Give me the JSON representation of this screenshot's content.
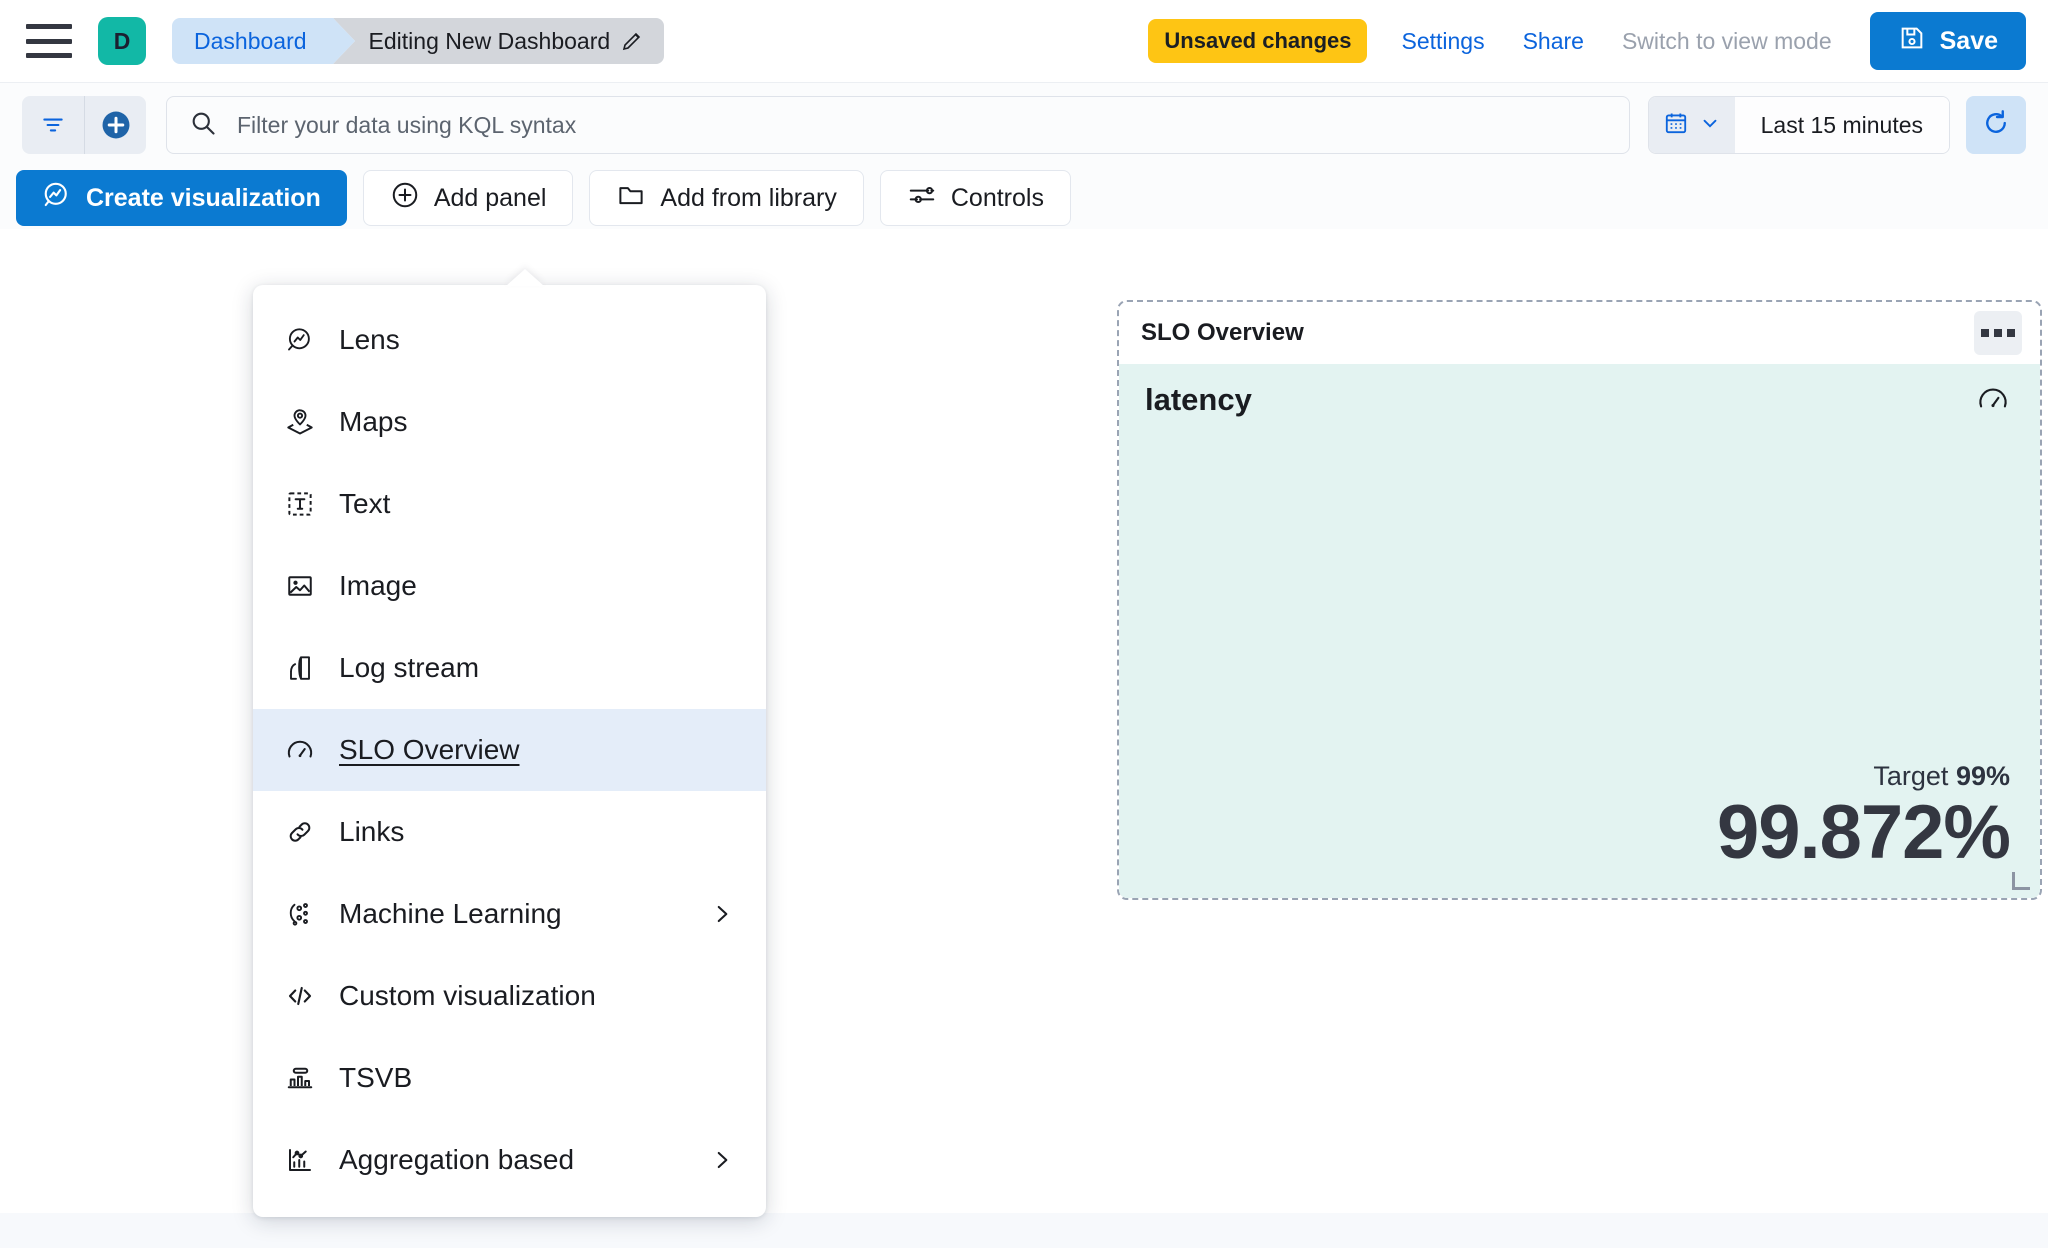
{
  "header": {
    "menu_icon": "hamburger-menu-icon",
    "space_initial": "D",
    "breadcrumbs": [
      {
        "label": "Dashboard",
        "active": false
      },
      {
        "label": "Editing New Dashboard",
        "active": true,
        "icon": "pencil-icon"
      }
    ],
    "unsaved_badge": "Unsaved changes",
    "settings_label": "Settings",
    "share_label": "Share",
    "view_mode_label": "Switch to view mode",
    "save_label": "Save",
    "save_icon": "save-disk-icon"
  },
  "query_bar": {
    "filter_icon": "filter-lines-icon",
    "add_filter_icon": "plus-circle-icon",
    "search_icon": "search-icon",
    "search_value": "",
    "search_placeholder": "Filter your data using KQL syntax",
    "calendar_icon": "calendar-icon",
    "calendar_chevron": "chevron-down-icon",
    "time_range": "Last 15 minutes",
    "refresh_icon": "refresh-icon"
  },
  "toolbar": {
    "create_visualization_label": "Create visualization",
    "create_visualization_icon": "lens-icon",
    "add_panel_label": "Add panel",
    "add_panel_icon": "plus-circle-icon",
    "add_from_library_label": "Add from library",
    "add_from_library_icon": "folder-icon",
    "controls_label": "Controls",
    "controls_icon": "sliders-icon"
  },
  "add_panel_menu": {
    "items": [
      {
        "label": "Lens",
        "icon": "lens-icon",
        "selected": false,
        "has_submenu": false
      },
      {
        "label": "Maps",
        "icon": "maps-layers-icon",
        "selected": false,
        "has_submenu": false
      },
      {
        "label": "Text",
        "icon": "text-box-icon",
        "selected": false,
        "has_submenu": false
      },
      {
        "label": "Image",
        "icon": "image-icon",
        "selected": false,
        "has_submenu": false
      },
      {
        "label": "Log stream",
        "icon": "log-stream-icon",
        "selected": false,
        "has_submenu": false
      },
      {
        "label": "SLO Overview",
        "icon": "gauge-icon",
        "selected": true,
        "has_submenu": false
      },
      {
        "label": "Links",
        "icon": "link-chain-icon",
        "selected": false,
        "has_submenu": false
      },
      {
        "label": "Machine Learning",
        "icon": "machine-learning-icon",
        "selected": false,
        "has_submenu": true
      },
      {
        "label": "Custom visualization",
        "icon": "code-brackets-icon",
        "selected": false,
        "has_submenu": false
      },
      {
        "label": "TSVB",
        "icon": "tsvb-bars-icon",
        "selected": false,
        "has_submenu": false
      },
      {
        "label": "Aggregation based",
        "icon": "aggregation-chart-icon",
        "selected": false,
        "has_submenu": true
      }
    ],
    "submenu_icon": "chevron-right-icon"
  },
  "slo_panel": {
    "title": "SLO Overview",
    "context_menu_icon": "panel-context-menu-icon",
    "metric_name": "latency",
    "gauge_icon": "gauge-icon",
    "target_prefix": "Target",
    "target_value": "99%",
    "current_value": "99.872%",
    "resize_handle_icon": "resize-grip-icon",
    "background_color": "#e3f3f1",
    "border_style": "dashed"
  },
  "colors": {
    "accent_blue": "#0b7ad1",
    "link_blue": "#0b64dd",
    "warning_yellow": "#fec514",
    "space_teal": "#12b8a6",
    "selected_row": "#e4edf9",
    "slo_bg": "#e3f3f1"
  }
}
